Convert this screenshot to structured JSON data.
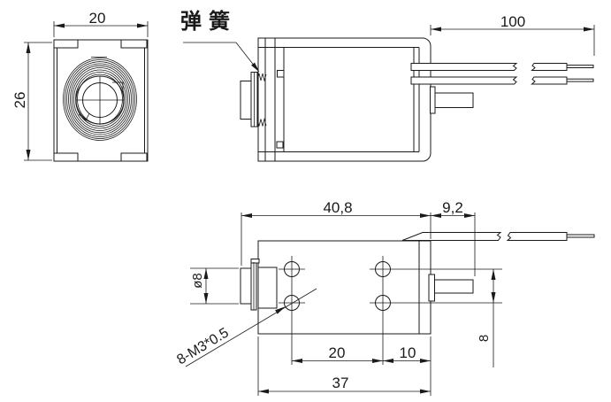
{
  "drawing": {
    "spring_label": "弹簧",
    "front_view": {
      "width_dim": "20",
      "height_dim": "26"
    },
    "side_view": {
      "lead_wire_dim": "100"
    },
    "bottom_view": {
      "length_dim": "40,8",
      "shaft_dim": "9,2",
      "plunger_dia_dim": "ø8",
      "thread_callout": "8-M3*0.5",
      "hole_pitch_dim": "20",
      "edge_offset_dim": "10",
      "overall_dim": "37",
      "row_pitch_dim": "8"
    }
  }
}
